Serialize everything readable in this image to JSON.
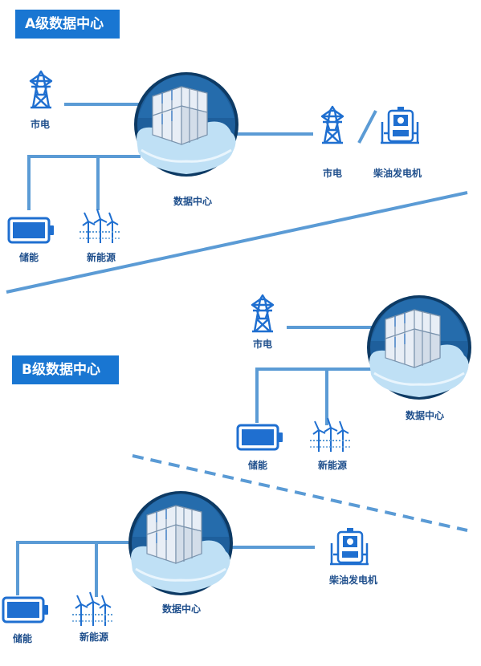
{
  "colors": {
    "line": "#5b9bd5",
    "icon": "#1f6fd0",
    "banner_bg": "#1976d2",
    "banner_text": "#ffffff",
    "label_text": "#1f4f8c",
    "globe_dark": "#0d3a64",
    "cloud": "#bfe0f5",
    "server": "#e8eef6"
  },
  "section_a": {
    "title": "A级数据中心",
    "grid_label": "市电",
    "datacenter_label": "数据中心",
    "grid2_label": "市电",
    "generator_label": "柴油发电机",
    "storage_label": "储能",
    "renewable_label": "新能源"
  },
  "section_b": {
    "title": "B级数据中心",
    "upper": {
      "grid_label": "市电",
      "datacenter_label": "数据中心",
      "storage_label": "储能",
      "renewable_label": "新能源"
    },
    "lower": {
      "datacenter_label": "数据中心",
      "generator_label": "柴油发电机",
      "storage_label": "储能",
      "renewable_label": "新能源"
    }
  }
}
